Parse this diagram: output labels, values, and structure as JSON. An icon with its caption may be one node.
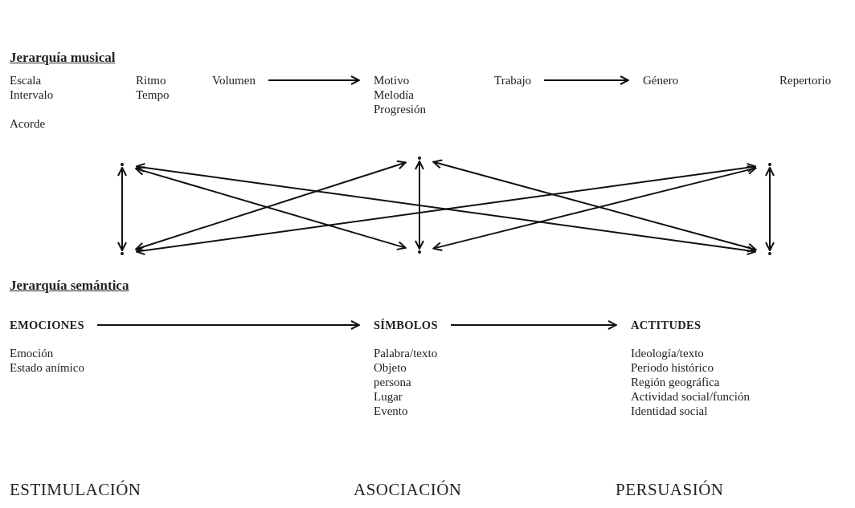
{
  "diagram": {
    "nodes": [
      {
        "text": [
          "Escala",
          "Intervalo"
        ]
      },
      {
        "text": [
          "Acorde"
        ]
      },
      {
        "text": [
          "Ritmo",
          "Tempo"
        ]
      },
      {
        "text": [
          "Volumen"
        ]
      },
      {
        "text": [
          "Motivo",
          "Melodía",
          "Progresión"
        ]
      },
      {
        "text": [
          "Trabajo"
        ]
      },
      {
        "text": [
          "Género"
        ]
      },
      {
        "text": [
          "Repertorio"
        ]
      },
      {
        "text": [],
        "shape": "point"
      },
      {
        "text": [],
        "shape": "point"
      },
      {
        "text": [],
        "shape": "point"
      },
      {
        "text": [],
        "shape": "point"
      },
      {
        "text": [],
        "shape": "point"
      },
      {
        "text": [],
        "shape": "point"
      },
      {
        "text": [
          "EMOCIONES",
          "Emoción",
          "Estado anímico"
        ]
      },
      {
        "text": [
          "SÍMBOLOS",
          "Palabra/texto",
          "Objeto",
          "persona",
          "Lugar",
          "Evento"
        ]
      },
      {
        "text": [
          "ACTITUDES",
          "Ideología/texto",
          "Periodo histórico",
          "Región geográfica",
          "Actividad social/función",
          "Identidad social"
        ]
      }
    ],
    "edges": [
      {
        "from": 3,
        "to": 4,
        "arrow": "to"
      },
      {
        "from": 5,
        "to": 6,
        "arrow": "to"
      },
      {
        "from": 8,
        "to": 11,
        "arrow": "both"
      },
      {
        "from": 9,
        "to": 12,
        "arrow": "both"
      },
      {
        "from": 10,
        "to": 13,
        "arrow": "both"
      },
      {
        "from": 8,
        "to": 12,
        "arrow": "both"
      },
      {
        "from": 8,
        "to": 13,
        "arrow": "both"
      },
      {
        "from": 11,
        "to": 9,
        "arrow": "both"
      },
      {
        "from": 11,
        "to": 10,
        "arrow": "both"
      },
      {
        "from": 9,
        "to": 13,
        "arrow": "both"
      },
      {
        "from": 12,
        "to": 10,
        "arrow": "both"
      },
      {
        "from": 14,
        "to": 15,
        "arrow": "to"
      },
      {
        "from": 15,
        "to": 16,
        "arrow": "to"
      }
    ],
    "labels": [
      "Jerarquía musical",
      "Jerarquía semántica",
      "ESTIMULACIÓN",
      "ASOCIACIÓN",
      "PERSUASIÓN"
    ]
  }
}
